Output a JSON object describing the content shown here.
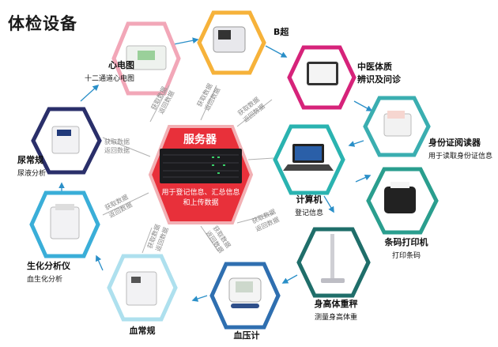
{
  "title": "体检设备",
  "server": {
    "name": "服务器",
    "desc": "用于登记信息、汇总信息和上传数据"
  },
  "devices": {
    "ecg": {
      "name": "心电图",
      "sub": "十二通道心电图"
    },
    "bscan": {
      "name": "B超",
      "sub": ""
    },
    "tcm": {
      "name": "中医体质",
      "sub": "辨识及问诊"
    },
    "idcard": {
      "name": "身份证阅读器",
      "sub": "用于读取身份证信息"
    },
    "computer": {
      "name": "计算机",
      "sub": "登记信息"
    },
    "printer": {
      "name": "条码打印机",
      "sub": "打印条码"
    },
    "height": {
      "name": "身高体重秤",
      "sub": "测量身高体重"
    },
    "bp": {
      "name": "血压计",
      "sub": ""
    },
    "blood": {
      "name": "血常规",
      "sub": ""
    },
    "biochem": {
      "name": "生化分析仪",
      "sub": "血生化分析"
    },
    "urine": {
      "name": "尿常规",
      "sub": "尿液分析"
    }
  },
  "flow": {
    "get": "获取数据",
    "ret": "返回数据"
  },
  "colors": {
    "server_border": "#e0202a",
    "server_fill": "#e8303a",
    "ecg": "#f2a7b8",
    "bscan": "#f6b23a",
    "tcm": "#d6237a",
    "idcard": "#3aaeb0",
    "computer": "#2ab3b0",
    "printer": "#2a9e8e",
    "height": "#1f6e6a",
    "bp": "#2f6fb0",
    "blood": "#aee0ee",
    "biochem": "#3aaed8",
    "urine": "#2a2f6a",
    "arrow": "#2a8fc8"
  }
}
